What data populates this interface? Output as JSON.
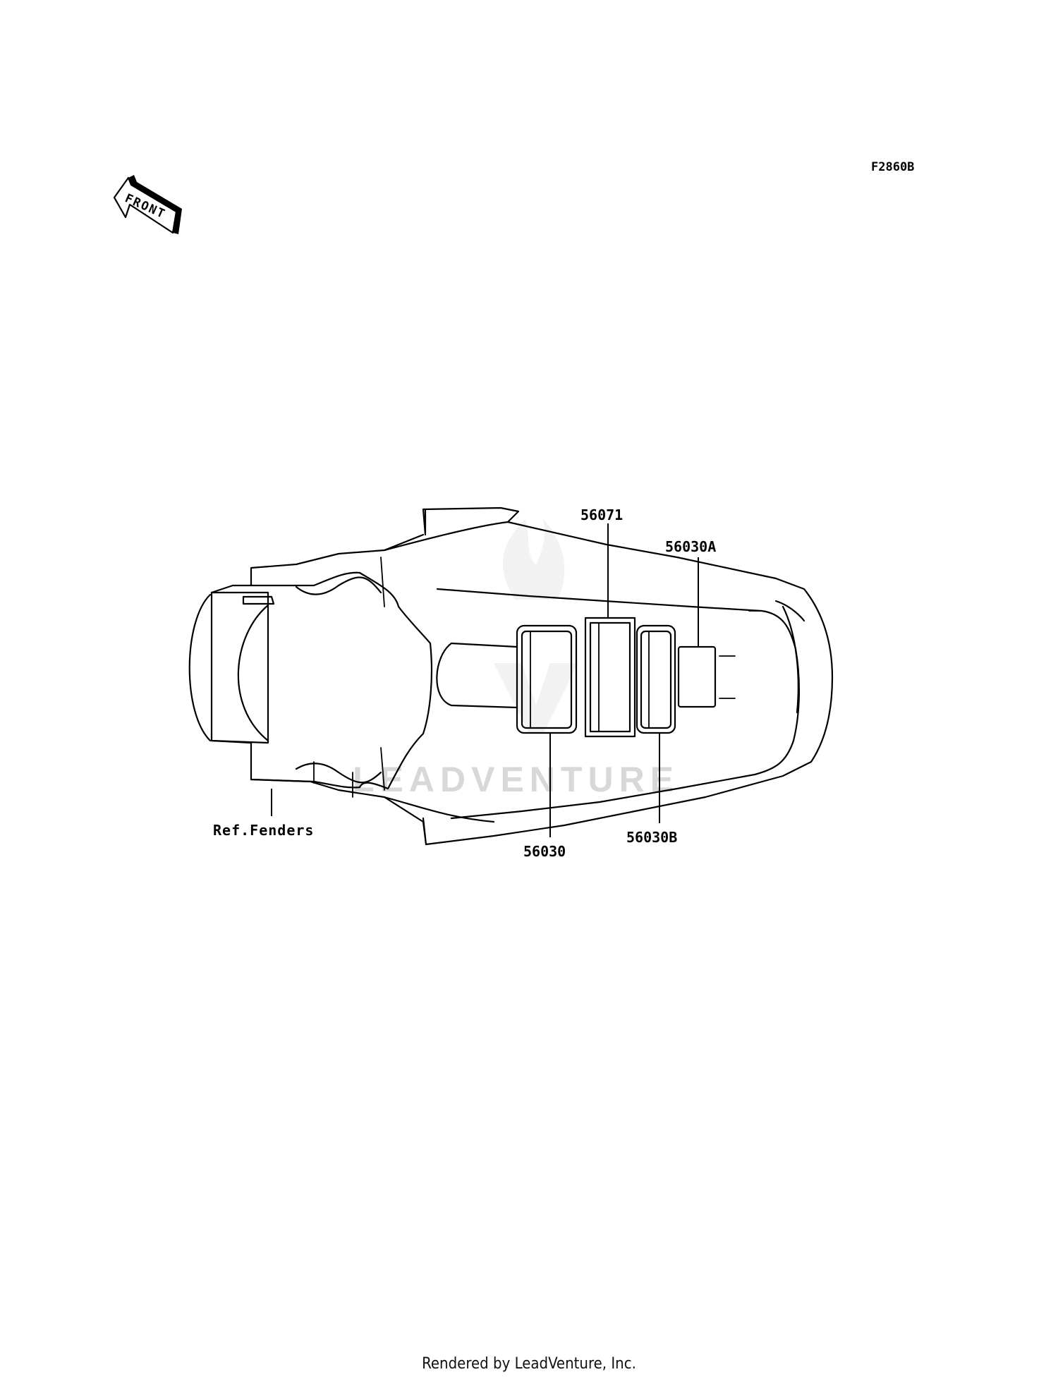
{
  "diagram": {
    "code": "F2860B",
    "front_arrow_label": "FRONT",
    "watermark": "LEADVENTURE",
    "parts": [
      {
        "number": "56071"
      },
      {
        "number": "56030A"
      },
      {
        "number": "56030"
      },
      {
        "number": "56030B"
      }
    ],
    "reference": "Ref.Fenders"
  },
  "footer": {
    "text": "Rendered by LeadVenture, Inc."
  }
}
